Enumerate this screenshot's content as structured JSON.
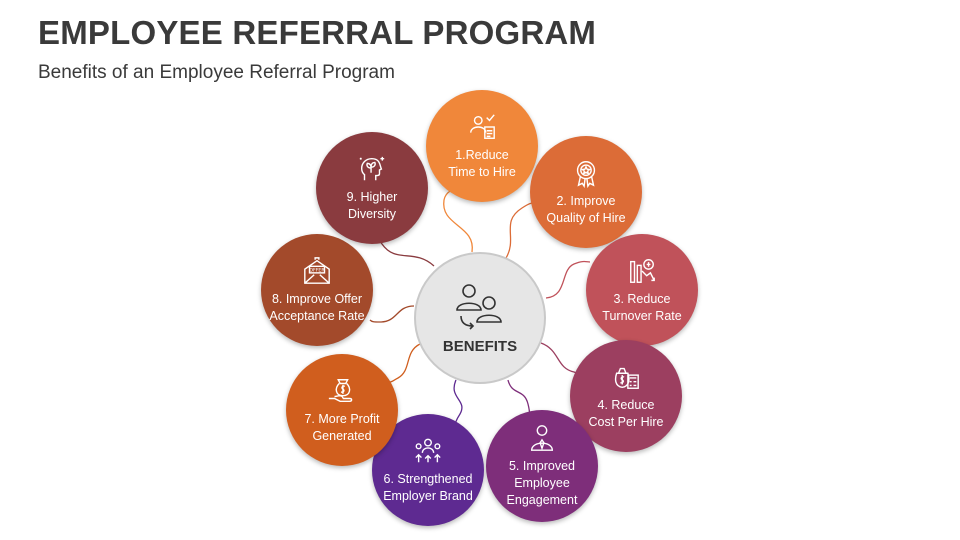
{
  "header": {
    "title": "EMPLOYEE REFERRAL PROGRAM",
    "subtitle": "Benefits of an Employee Referral Program"
  },
  "center": {
    "label": "BENEFITS",
    "icon": "people-exchange-icon"
  },
  "nodes": [
    {
      "label": "1.Reduce\nTime to Hire",
      "color": "#F0873A",
      "icon": "people-checklist-icon"
    },
    {
      "label": "2. Improve\nQuality of Hire",
      "color": "#DC6C37",
      "icon": "award-medal-icon"
    },
    {
      "label": "3. Reduce\nTurnover Rate",
      "color": "#C0525A",
      "icon": "turnover-chart-icon"
    },
    {
      "label": "4. Reduce\nCost Per Hire",
      "color": "#9C3F60",
      "icon": "money-calculator-icon"
    },
    {
      "label": "5. Improved\nEmployee\nEngagement",
      "color": "#7E2E7A",
      "icon": "employee-tie-icon"
    },
    {
      "label": "6. Strengthened\nEmployer Brand",
      "color": "#5E2A91",
      "icon": "team-growth-icon"
    },
    {
      "label": "7. More Profit\nGenerated",
      "color": "#D05E1E",
      "icon": "hand-money-icon"
    },
    {
      "label": "8. Improve Offer\nAcceptance Rate",
      "color": "#A34A2B",
      "icon": "offer-letter-icon"
    },
    {
      "label": "9. Higher\nDiversity",
      "color": "#8A3B3F",
      "icon": "head-plant-icon"
    }
  ]
}
